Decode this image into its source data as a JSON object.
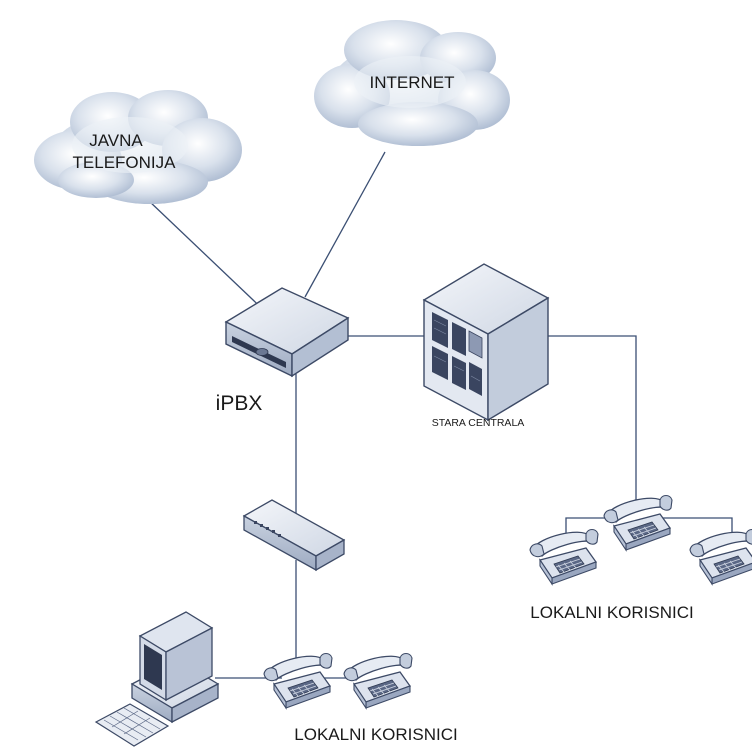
{
  "nodes": {
    "public_phone_cloud": {
      "label_line1": "JAVNA",
      "label_line2": "TELEFONIJA",
      "icon": "cloud-icon"
    },
    "internet_cloud": {
      "label": "INTERNET",
      "icon": "cloud-icon"
    },
    "ipbx": {
      "label": "iPBX",
      "icon": "server-appliance-icon"
    },
    "old_exchange": {
      "label": "STARA CENTRALA",
      "icon": "telephone-exchange-icon"
    },
    "switch": {
      "icon": "network-switch-icon"
    },
    "computer": {
      "icon": "desktop-computer-icon"
    },
    "phones": {
      "icon": "desk-phone-icon"
    }
  },
  "groups": {
    "right_users": {
      "label": "LOKALNI KORISNICI"
    },
    "bottom_users": {
      "label": "LOKALNI KORISNICI"
    }
  },
  "colors": {
    "line": "#3b4f73",
    "cloud_fill": "#d6deea",
    "cloud_shade": "#aebdd3",
    "device_fill": "#e8ecf3",
    "device_dark": "#4c5a78"
  }
}
